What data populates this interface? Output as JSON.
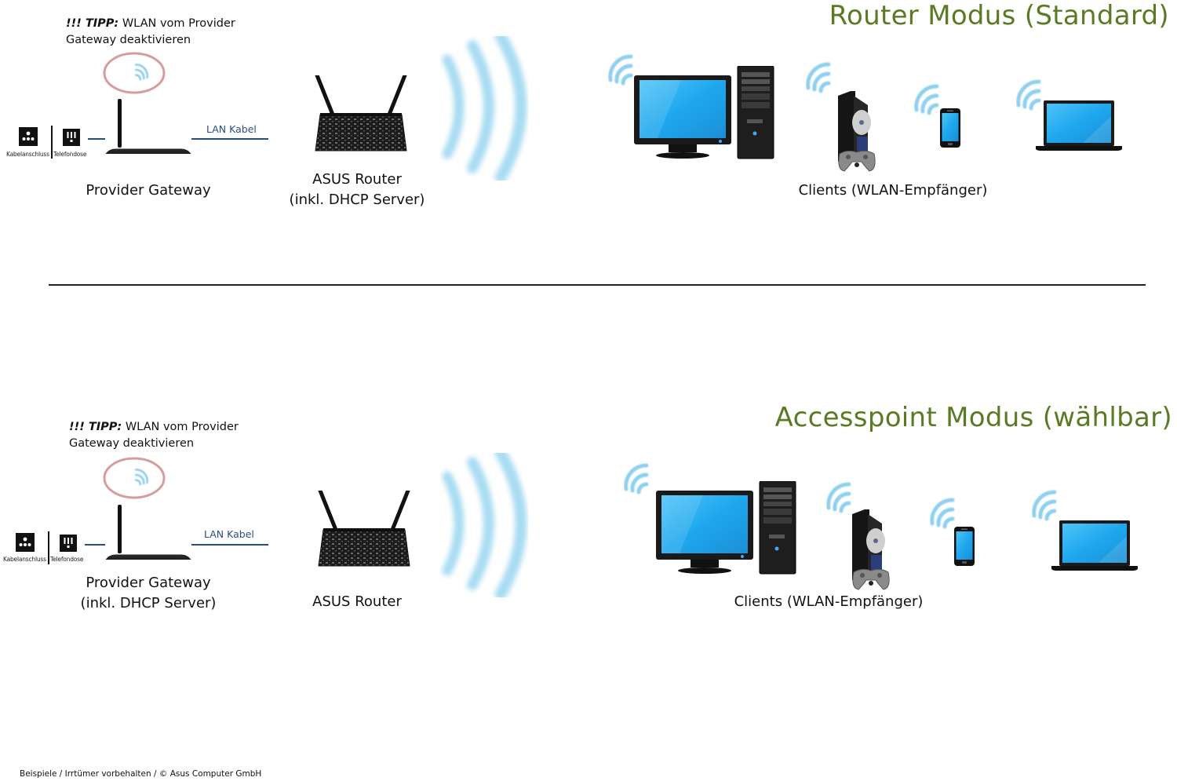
{
  "colors": {
    "title_green": "#5a7a24",
    "lan_blue": "#2a4e80",
    "wifi_blue": "#7cc7e8",
    "screen_blue": "#1ea7ee",
    "highlight_ring": "#cf8c8c",
    "device_black": "#1a1a1a"
  },
  "sections": [
    {
      "title": "Router Modus (Standard)",
      "tip": {
        "prefix": "!!! TIPP:",
        "line1": "WLAN vom Provider",
        "line2": "Gateway deaktivieren"
      },
      "wall_sockets": {
        "cable_label": "Kabelanschluss",
        "phone_label": "Telefondose"
      },
      "lan_label": "LAN Kabel",
      "gateway_label": [
        "Provider Gateway"
      ],
      "router_label": [
        "ASUS Router",
        "(inkl. DHCP Server)"
      ],
      "clients_label": "Clients (WLAN-Empfänger)",
      "clients": [
        "desktop-pc",
        "game-console",
        "smartphone",
        "laptop"
      ]
    },
    {
      "title": "Accesspoint Modus (wählbar)",
      "tip": {
        "prefix": "!!! TIPP:",
        "line1": "WLAN vom Provider",
        "line2": "Gateway deaktivieren"
      },
      "wall_sockets": {
        "cable_label": "Kabelanschluss",
        "phone_label": "Telefondose"
      },
      "lan_label": "LAN Kabel",
      "gateway_label": [
        "Provider Gateway",
        "(inkl. DHCP Server)"
      ],
      "router_label": [
        "ASUS Router"
      ],
      "clients_label": "Clients (WLAN-Empfänger)",
      "clients": [
        "desktop-pc",
        "game-console",
        "smartphone",
        "laptop"
      ]
    }
  ],
  "footer": "Beispiele / Irrtümer vorbehalten / © Asus Computer GmbH"
}
